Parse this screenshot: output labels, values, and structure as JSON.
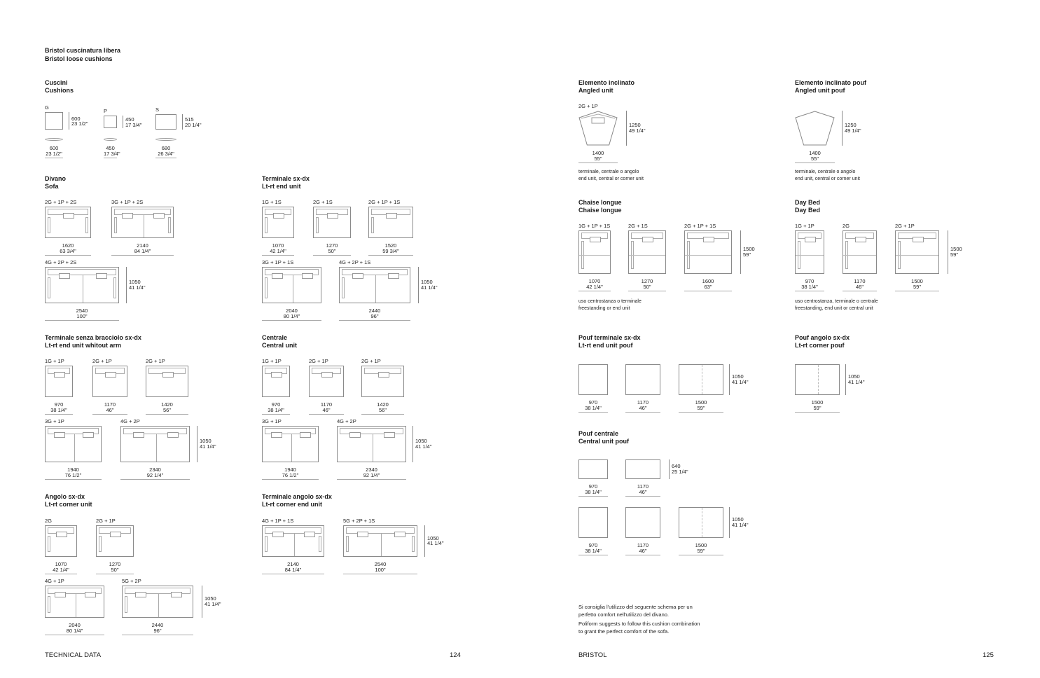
{
  "header": {
    "title_it": "Bristol cuscinatura libera",
    "title_en": "Bristol loose cushions"
  },
  "sections": [
    {
      "id": "cushions",
      "title_it": "Cuscini",
      "title_en": "Cushions",
      "units": [
        {
          "label": "G",
          "mm": "600",
          "inch": "23 1/2\"",
          "h_mm": "600",
          "h_inch": "23 1/2\""
        },
        {
          "label": "P",
          "mm": "450",
          "inch": "17 3/4\"",
          "h_mm": "450",
          "h_inch": "17 3/4\""
        },
        {
          "label": "S",
          "mm": "680",
          "inch": "26 3/4\"",
          "h_mm": "515",
          "h_inch": "20 1/4\""
        }
      ]
    },
    {
      "id": "sofa",
      "title_it": "Divano",
      "title_en": "Sofa",
      "units": [
        {
          "label": "2G + 1P + 2S",
          "mm": "1620",
          "inch": "63 3/4\""
        },
        {
          "label": "3G + 1P + 2S",
          "mm": "2140",
          "inch": "84 1/4\""
        },
        {
          "label": "4G + 2P + 2S",
          "mm": "2540",
          "inch": "100\""
        }
      ],
      "heights": [
        {
          "mm": "1050",
          "inch": "41 1/4\""
        }
      ]
    },
    {
      "id": "end-unit",
      "title_it": "Terminale sx-dx",
      "title_en": "Lt-rt end unit",
      "units": [
        {
          "label": "1G + 1S",
          "mm": "1070",
          "inch": "42 1/4\""
        },
        {
          "label": "2G + 1S",
          "mm": "1270",
          "inch": "50\""
        },
        {
          "label": "2G + 1P + 1S",
          "mm": "1520",
          "inch": "59 3/4\""
        },
        {
          "label": "3G + 1P + 1S",
          "mm": "2040",
          "inch": "80 1/4\""
        },
        {
          "label": "4G + 2P + 1S",
          "mm": "2440",
          "inch": "96\""
        }
      ],
      "heights": [
        {
          "mm": "1050",
          "inch": "41 1/4\""
        }
      ]
    },
    {
      "id": "end-unit-no-arm",
      "title_it": "Terminale senza bracciolo sx-dx",
      "title_en": "Lt-rt end unit whitout arm",
      "units": [
        {
          "label": "1G + 1P",
          "mm": "970",
          "inch": "38 1/4\""
        },
        {
          "label": "2G + 1P",
          "mm": "1170",
          "inch": "46\""
        },
        {
          "label": "2G + 1P",
          "mm": "1420",
          "inch": "56\""
        },
        {
          "label": "3G + 1P",
          "mm": "1940",
          "inch": "76 1/2\""
        },
        {
          "label": "4G + 2P",
          "mm": "2340",
          "inch": "92 1/4\""
        }
      ],
      "heights": [
        {
          "mm": "1050",
          "inch": "41 1/4\""
        }
      ]
    },
    {
      "id": "central-unit",
      "title_it": "Centrale",
      "title_en": "Central unit",
      "units": [
        {
          "label": "1G + 1P",
          "mm": "970",
          "inch": "38 1/4\""
        },
        {
          "label": "2G + 1P",
          "mm": "1170",
          "inch": "46\""
        },
        {
          "label": "2G + 1P",
          "mm": "1420",
          "inch": "56\""
        },
        {
          "label": "3G + 1P",
          "mm": "1940",
          "inch": "76 1/2\""
        },
        {
          "label": "4G + 2P",
          "mm": "2340",
          "inch": "92 1/4\""
        }
      ],
      "heights": [
        {
          "mm": "1050",
          "inch": "41 1/4\""
        }
      ]
    },
    {
      "id": "corner-unit",
      "title_it": "Angolo sx-dx",
      "title_en": "Lt-rt corner unit",
      "units": [
        {
          "label": "2G",
          "mm": "1070",
          "inch": "42 1/4\""
        },
        {
          "label": "2G + 1P",
          "mm": "1270",
          "inch": "50\""
        },
        {
          "label": "4G + 1P",
          "mm": "2040",
          "inch": "80 1/4\""
        },
        {
          "label": "5G + 2P",
          "mm": "2440",
          "inch": "96\""
        }
      ],
      "heights": [
        {
          "mm": "1050",
          "inch": "41 1/4\""
        }
      ]
    },
    {
      "id": "corner-end-unit",
      "title_it": "Terminale angolo sx-dx",
      "title_en": "Lt-rt corner end unit",
      "units": [
        {
          "label": "4G + 1P + 1S",
          "mm": "2140",
          "inch": "84 1/4\""
        },
        {
          "label": "5G + 2P + 1S",
          "mm": "2540",
          "inch": "100\""
        }
      ],
      "heights": [
        {
          "mm": "1050",
          "inch": "41 1/4\""
        }
      ]
    },
    {
      "id": "angled-unit",
      "title_it": "Elemento inclinato",
      "title_en": "Angled unit",
      "units": [
        {
          "label": "2G + 1P",
          "mm": "1400",
          "inch": "55\""
        }
      ],
      "heights": [
        {
          "mm": "1250",
          "inch": "49 1/4\""
        }
      ],
      "note_it": "terminale, centrale o angolo",
      "note_en": "end unit, central or corner unit"
    },
    {
      "id": "angled-unit-pouf",
      "title_it": "Elemento inclinato pouf",
      "title_en": "Angled unit pouf",
      "units": [
        {
          "label": "",
          "mm": "1400",
          "inch": "55\""
        }
      ],
      "heights": [
        {
          "mm": "1250",
          "inch": "49 1/4\""
        }
      ],
      "note_it": "terminale, centrale o angolo",
      "note_en": "end unit, central or corner unit"
    },
    {
      "id": "chaise-longue",
      "title_it": "Chaise longue",
      "title_en": "Chaise longue",
      "units": [
        {
          "label": "1G + 1P + 1S",
          "mm": "1070",
          "inch": "42 1/4\""
        },
        {
          "label": "2G + 1S",
          "mm": "1270",
          "inch": "50\""
        },
        {
          "label": "2G + 1P + 1S",
          "mm": "1600",
          "inch": "63\""
        }
      ],
      "heights": [
        {
          "mm": "1500",
          "inch": "59\""
        }
      ],
      "note_it": "uso centrostanza o terminale",
      "note_en": "freestanding or end unit"
    },
    {
      "id": "day-bed",
      "title_it": "Day Bed",
      "title_en": "Day Bed",
      "units": [
        {
          "label": "1G + 1P",
          "mm": "970",
          "inch": "38 1/4\""
        },
        {
          "label": "2G",
          "mm": "1170",
          "inch": "46\""
        },
        {
          "label": "2G + 1P",
          "mm": "1500",
          "inch": "59\""
        }
      ],
      "heights": [
        {
          "mm": "1500",
          "inch": "59\""
        }
      ],
      "note_it": "uso centrostanza, terminale o centrale",
      "note_en": "freestanding, end unit or central unit"
    },
    {
      "id": "end-unit-pouf",
      "title_it": "Pouf terminale sx-dx",
      "title_en": "Lt-rt end unit pouf",
      "units": [
        {
          "label": "",
          "mm": "970",
          "inch": "38 1/4\""
        },
        {
          "label": "",
          "mm": "1170",
          "inch": "46\""
        },
        {
          "label": "",
          "mm": "1500",
          "inch": "59\""
        }
      ],
      "heights": [
        {
          "mm": "1050",
          "inch": "41 1/4\""
        }
      ]
    },
    {
      "id": "corner-unit-pouf",
      "title_it": "Pouf angolo sx-dx",
      "title_en": "Lt-rt corner pouf",
      "units": [
        {
          "label": "",
          "mm": "1500",
          "inch": "59\""
        }
      ],
      "heights": [
        {
          "mm": "1050",
          "inch": "41 1/4\""
        }
      ]
    },
    {
      "id": "central-unit-pouf",
      "title_it": "Pouf centrale",
      "title_en": "Central unit pouf",
      "units": [
        {
          "label": "",
          "mm": "970",
          "inch": "38 1/4\""
        },
        {
          "label": "",
          "mm": "1170",
          "inch": "46\""
        },
        {
          "label": "",
          "mm": "970",
          "inch": "38 1/4\""
        },
        {
          "label": "",
          "mm": "1170",
          "inch": "46\""
        },
        {
          "label": "",
          "mm": "1500",
          "inch": "59\""
        }
      ],
      "heights": [
        {
          "mm": "640",
          "inch": "25 1/4\""
        },
        {
          "mm": "1050",
          "inch": "41 1/4\""
        }
      ]
    }
  ],
  "advice": {
    "it_1": "Si consiglia l'utilizzo del seguente schema per un",
    "it_2": "perfetto comfort nell'utilizzo del divano.",
    "en_1": "Poliform suggests to follow this cushion combination",
    "en_2": "to grant the perfect comfort of the sofa."
  },
  "footer": {
    "left_label": "TECHNICAL DATA",
    "left_page": "124",
    "right_label": "BRISTOL",
    "right_page": "125"
  }
}
